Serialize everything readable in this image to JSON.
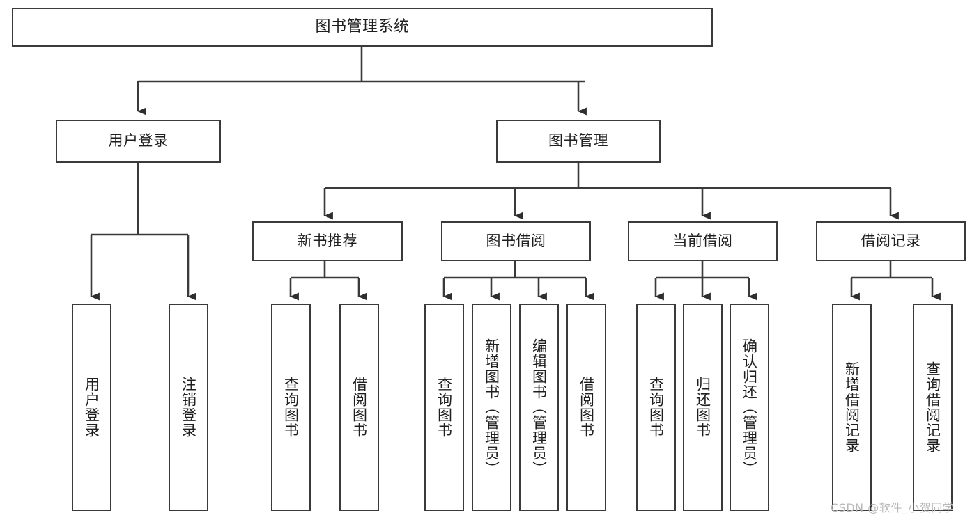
{
  "diagram": {
    "title": "图书管理系统",
    "type": "hierarchy-tree",
    "background_color": "#ffffff",
    "line_color": "#3a3a3a",
    "text_color": "#1f1f1f"
  },
  "nodes": {
    "root": {
      "label": "图书管理系统"
    },
    "level2": [
      {
        "id": "user-login",
        "label": "用户登录"
      },
      {
        "id": "book-manage",
        "label": "图书管理"
      }
    ],
    "level3": [
      {
        "id": "new-book-recommend",
        "label": "新书推荐"
      },
      {
        "id": "book-borrow",
        "label": "图书借阅"
      },
      {
        "id": "current-borrow",
        "label": "当前借阅"
      },
      {
        "id": "borrow-record",
        "label": "借阅记录"
      }
    ],
    "leaves": {
      "user_login": [
        {
          "id": "leaf-user-login",
          "label": "用户登录"
        },
        {
          "id": "leaf-logout-login",
          "label": "注销登录"
        }
      ],
      "new_book_recommend": [
        {
          "id": "leaf-query-book-1",
          "label": "查询图书"
        },
        {
          "id": "leaf-borrow-book-1",
          "label": "借阅图书"
        }
      ],
      "book_borrow": [
        {
          "id": "leaf-query-book-2",
          "label": "查询图书"
        },
        {
          "id": "leaf-add-book",
          "label": "新增图书（管理员）"
        },
        {
          "id": "leaf-edit-book",
          "label": "编辑图书（管理员）"
        },
        {
          "id": "leaf-borrow-book-2",
          "label": "借阅图书"
        }
      ],
      "current_borrow": [
        {
          "id": "leaf-query-book-3",
          "label": "查询图书"
        },
        {
          "id": "leaf-return-book",
          "label": "归还图书"
        },
        {
          "id": "leaf-confirm-return",
          "label": "确认归还（管理员）"
        }
      ],
      "borrow_record": [
        {
          "id": "leaf-add-record",
          "label": "新增借阅记录"
        },
        {
          "id": "leaf-query-record",
          "label": "查询借阅记录"
        }
      ]
    }
  },
  "watermark": {
    "text": "CSDN @软件_小贺同学"
  }
}
